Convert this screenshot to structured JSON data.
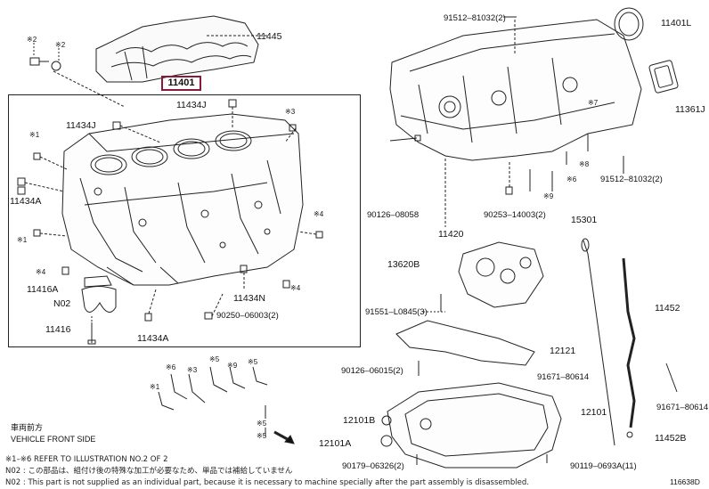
{
  "parts": {
    "p11445": "11445",
    "p11401_box": "11401",
    "p11434J_a": "11434J",
    "p11434J_b": "11434J",
    "p11434A_a": "11434A",
    "p11434A_b": "11434A",
    "p11416A": "11416A",
    "pN02": "N02",
    "p11416": "11416",
    "p11434N": "11434N",
    "p90250": "90250–06003(2)",
    "p91512_top": "91512–81032(2)",
    "p11401L": "11401L",
    "p11361J": "11361J",
    "p91512_right": "91512–81032(2)",
    "p90126_08058": "90126–08058",
    "p90253": "90253–14003(2)",
    "p11420": "11420",
    "p15301": "15301",
    "p13620B": "13620B",
    "p91551": "91551–L0845(3)",
    "p11452": "11452",
    "p12121": "12121",
    "p90126_06015": "90126–06015(2)",
    "p91671_80614_a": "91671–80614",
    "p91671_80614_b": "91671–80614",
    "p12101B": "12101B",
    "p12101": "12101",
    "p12101A": "12101A",
    "p11452B": "11452B",
    "p90179": "90179–06326(2)",
    "p90119": "90119–0693A(11)"
  },
  "marks": {
    "m2": "※2",
    "m1": "※1",
    "m3": "※3",
    "m4": "※4",
    "m5": "※5",
    "m6": "※6",
    "m7": "※7",
    "m8": "※8",
    "m9": "※9",
    "m5b": "※5",
    "m6b": "※6",
    "m9b": "※9",
    "m3b": "※3",
    "m5c": "※5"
  },
  "vehicle_front": {
    "jp": "車両前方",
    "en": "VEHICLE FRONT SIDE"
  },
  "notes": {
    "line1": "※1–※6  REFER TO ILLUSTRATION NO.2 OF 2",
    "line2": "N02 : この部品は、組付け後の特殊な加工が必要なため、単品では補給していません",
    "line3": "N02 : This part is not supplied as an individual part, because it is necessary to machine specially after the part assembly is disassembled."
  },
  "illustration_code": "116638D"
}
